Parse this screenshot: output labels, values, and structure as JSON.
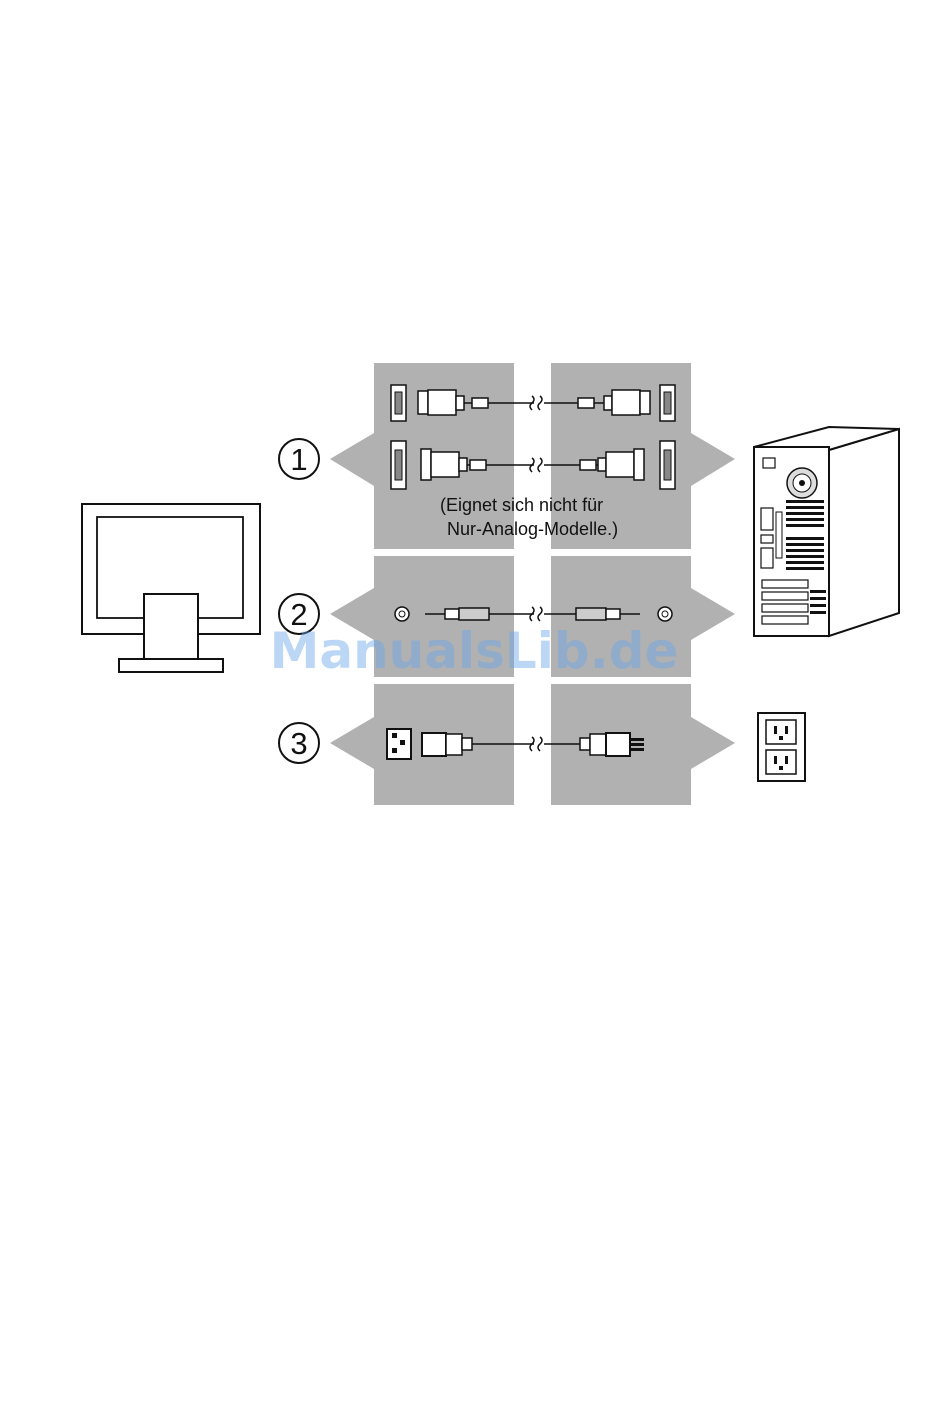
{
  "steps": [
    {
      "number": "1"
    },
    {
      "number": "2"
    },
    {
      "number": "3"
    }
  ],
  "note": {
    "line1": "(Eignet sich nicht für",
    "line2": "Nur-Analog-Modelle.)"
  },
  "watermark": "ManualsLib.de",
  "colors": {
    "panel": "#b1b1b1",
    "line": "#111111",
    "watermark": "#6aa6ea"
  },
  "icons": [
    "monitor-icon",
    "pc-tower-icon",
    "wall-outlet-icon",
    "vga-cable-icon",
    "dvi-cable-icon",
    "audio-cable-icon",
    "power-cable-icon"
  ]
}
